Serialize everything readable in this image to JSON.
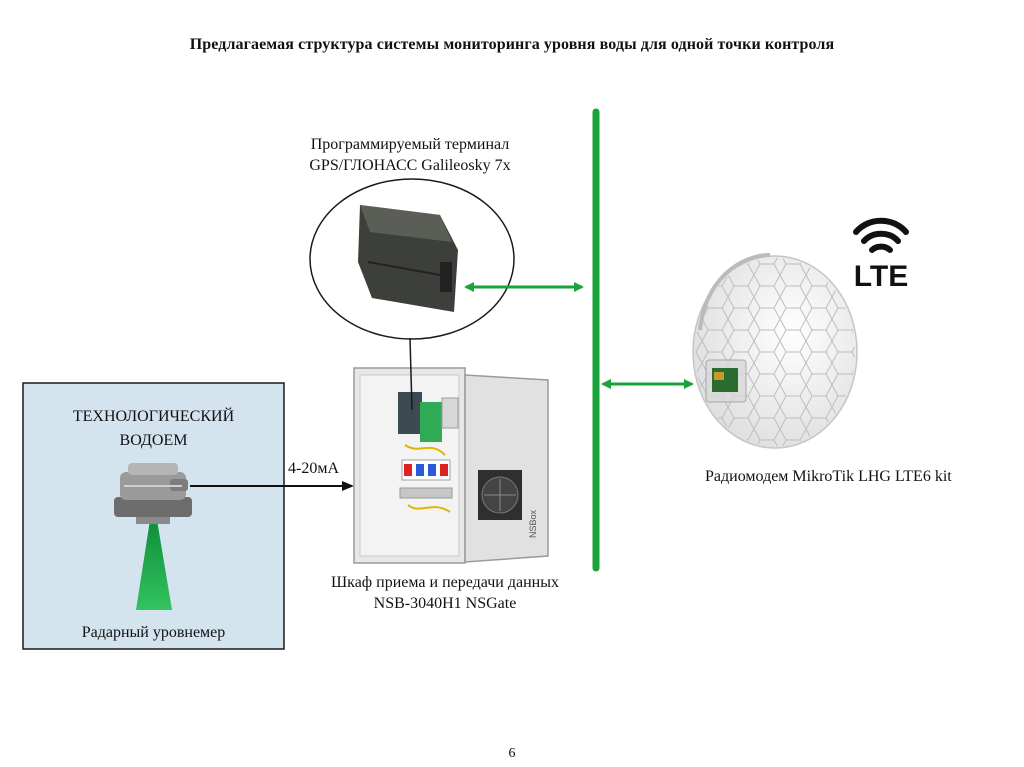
{
  "title": "Предлагаемая структура системы мониторинга уровня воды для одной точки контроля",
  "terminal": {
    "line1": "Программируемый терминал",
    "line2": "GPS/ГЛОНАСС Galileosky 7x"
  },
  "reservoir": {
    "line1": "ТЕХНОЛОГИЧЕСКИЙ",
    "line2": "ВОДОЕМ",
    "sensor_label": "Радарный уровнемер"
  },
  "signal_label": "4-20мА",
  "cabinet": {
    "line1": "Шкаф приема и передачи данных",
    "line2": "NSB-3040H1 NSGate",
    "brand": "NSBox"
  },
  "modem": {
    "label": "Радиомодем MikroTik LHG LTE6 kit",
    "badge": "LTE"
  },
  "page_number": "6",
  "colors": {
    "bus": "#1aa33a",
    "reservoir_bg": "#d3e4ef",
    "beam": "#19b04b"
  }
}
